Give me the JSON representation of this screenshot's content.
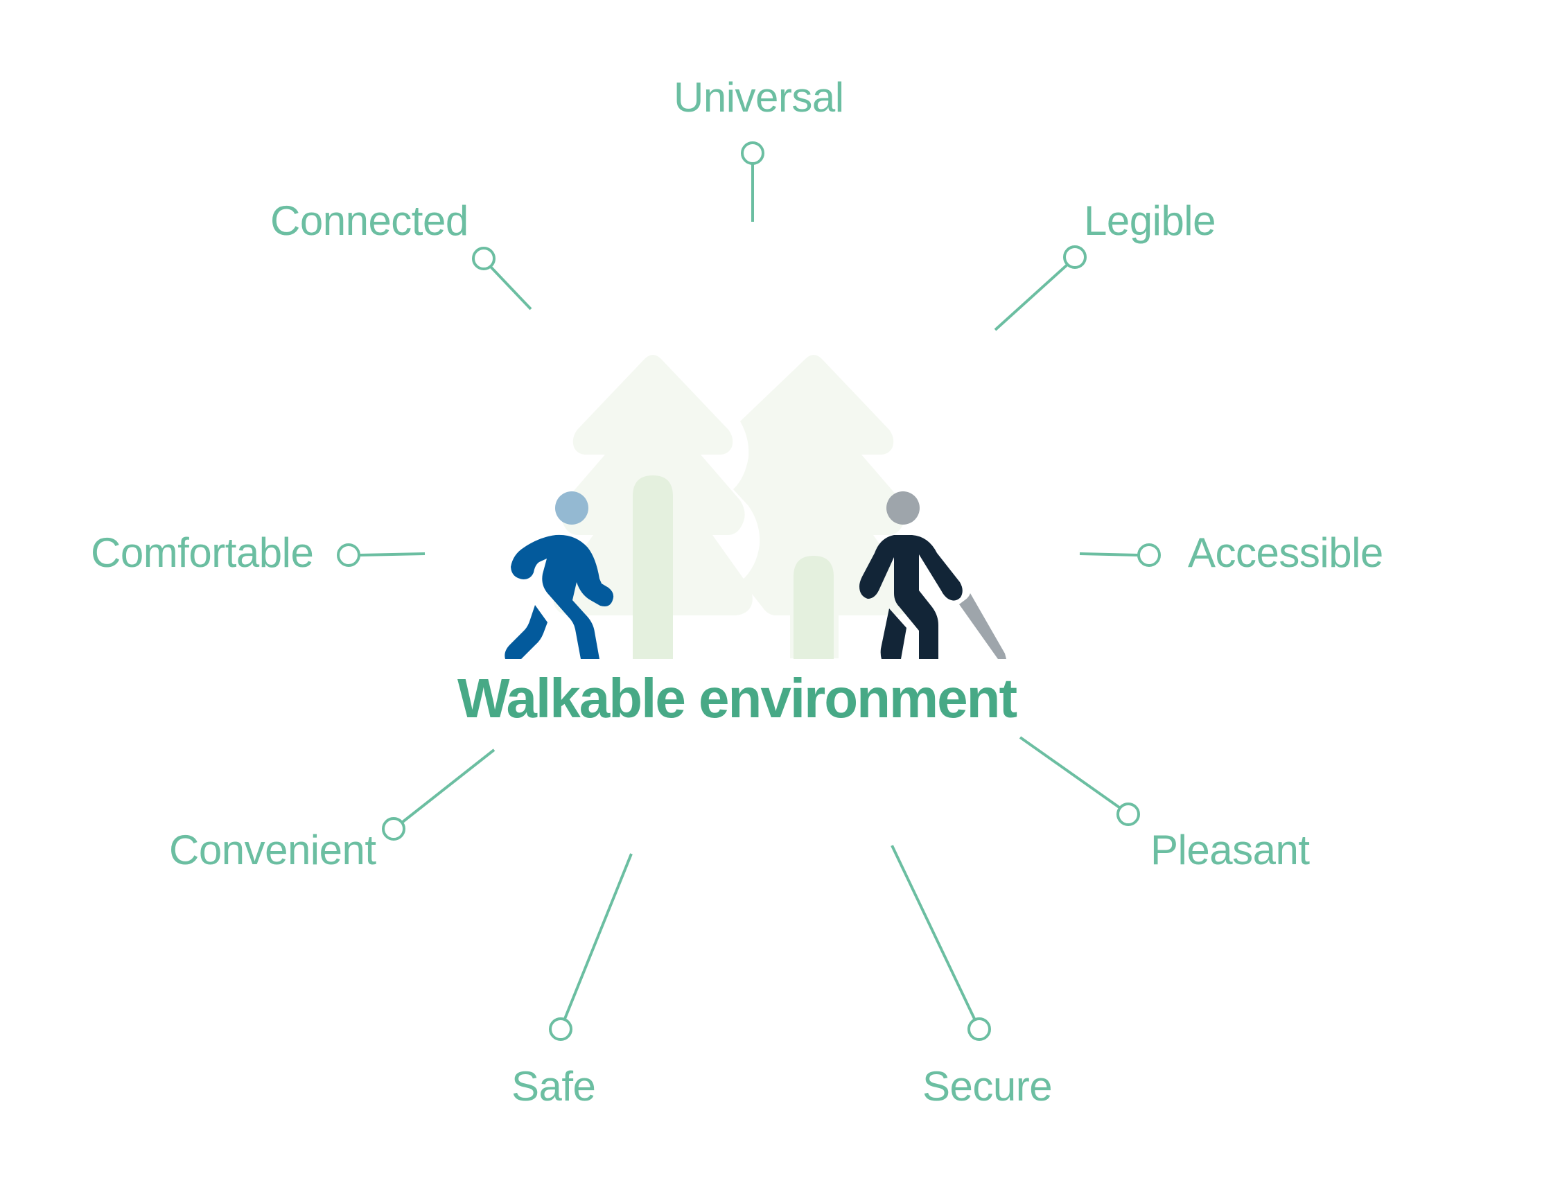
{
  "title": "Walkable environment",
  "colors": {
    "label": "#6bbea1",
    "connector": "#6bbea1",
    "title": "#47a986",
    "tree_fill": "#f4f8f1",
    "trunk_fill": "#e4f0de",
    "walker_body": "#035a9c",
    "walker_head": "#94b9d2",
    "cane_user_body": "#122537",
    "cane_user_head": "#9ea5ab",
    "cane": "#9ea5ab"
  },
  "labels": {
    "universal": "Universal",
    "connected": "Connected",
    "legible": "Legible",
    "comfortable": "Comfortable",
    "accessible": "Accessible",
    "convenient": "Convenient",
    "pleasant": "Pleasant",
    "safe": "Safe",
    "secure": "Secure"
  },
  "icons": {
    "trees": "pine-trees-icon",
    "walker": "pedestrian-walking-icon",
    "cane_user": "pedestrian-with-cane-icon",
    "connector_node": "circle-node-icon"
  }
}
